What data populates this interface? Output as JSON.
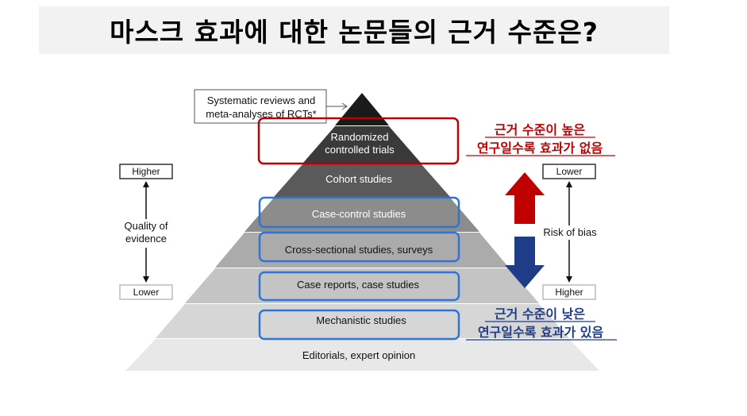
{
  "title": "마스크 효과에 대한 논문들의 근거 수준은?",
  "callout": {
    "line1": "Systematic reviews and",
    "line2": "meta-analyses of RCTs*"
  },
  "levels": {
    "rct1": "Randomized",
    "rct2": "controlled trials",
    "cohort": "Cohort studies",
    "case_control": "Case-control studies",
    "cross_sectional": "Cross-sectional studies, surveys",
    "case_reports": "Case reports, case studies",
    "mechanistic": "Mechanistic studies",
    "editorials": "Editorials, expert opinion"
  },
  "left_scale": {
    "top": "Higher",
    "label1": "Quality of",
    "label2": "evidence",
    "bottom": "Lower"
  },
  "right_scale": {
    "top": "Lower",
    "label": "Risk of bias",
    "bottom": "Higher"
  },
  "annotations": {
    "high_line1": "근거 수준이 높은",
    "high_line2": "연구일수록 효과가 없음",
    "low_line1": "근거 수준이 낮은",
    "low_line2": "연구일수록 효과가 있음"
  },
  "colors": {
    "red": "#c00000",
    "blue": "#1f3c88",
    "highlight_blue": "#2e75d6",
    "arrow_red": "#c00000",
    "arrow_navy": "#1f3c88"
  }
}
